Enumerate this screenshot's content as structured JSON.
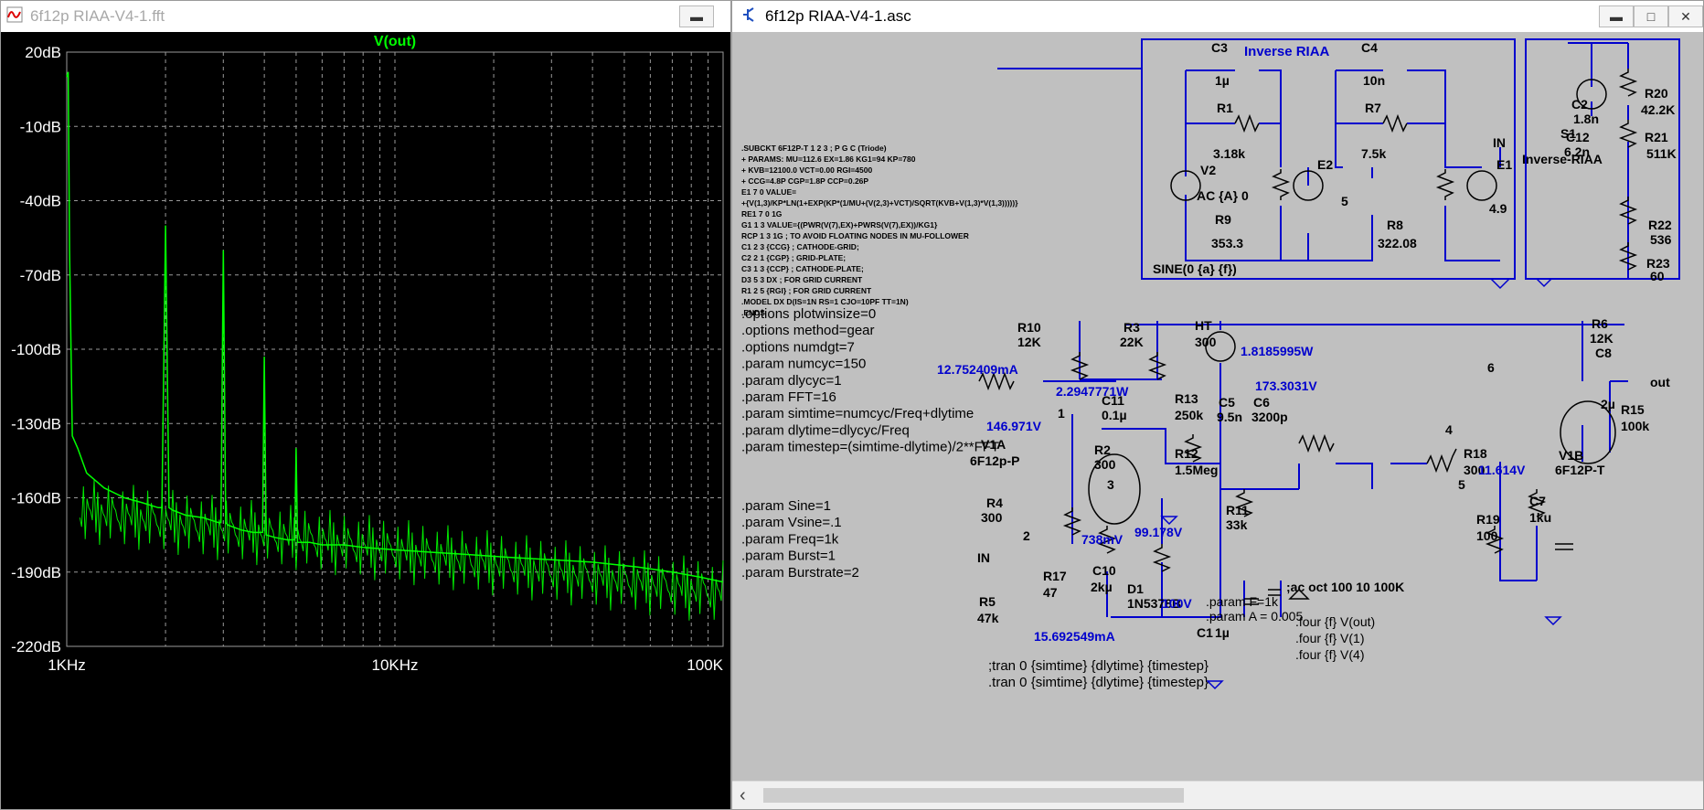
{
  "fft_window": {
    "title": "6f12p RIAA-V4-1.fft",
    "trace_label": "V(out)",
    "y_ticks": [
      "20dB",
      "-10dB",
      "-40dB",
      "-70dB",
      "-100dB",
      "-130dB",
      "-160dB",
      "-190dB",
      "-220dB"
    ],
    "x_ticks": [
      "1KHz",
      "10KHz",
      "100K"
    ],
    "colors": {
      "background": "#000000",
      "trace": "#00ff00",
      "grid": "#9a9a9a",
      "label": "#00ff00"
    }
  },
  "chart_data": {
    "type": "line",
    "title": "V(out)",
    "xlabel": "",
    "ylabel": "",
    "x_scale": "log",
    "xlim": [
      1000,
      100000
    ],
    "ylim": [
      -220,
      20
    ],
    "series": [
      {
        "name": "V(out)",
        "x": [
          1000,
          1010,
          1020,
          1040,
          1080,
          1150,
          1300,
          1500,
          1700,
          1900,
          1950,
          2000,
          2050,
          2100,
          2300,
          2600,
          2900,
          2950,
          3000,
          3050,
          3100,
          3400,
          3700,
          3950,
          4000,
          4050,
          4300,
          4700,
          4950,
          5000,
          5050,
          5500,
          6000,
          7000,
          8000,
          10000,
          13000,
          17000,
          22000,
          30000,
          40000,
          55000,
          70000,
          85000,
          100000
        ],
        "y": [
          10,
          12,
          -60,
          -135,
          -140,
          -150,
          -156,
          -160,
          -162,
          -164,
          -164,
          -50,
          -164,
          -165,
          -167,
          -168,
          -170,
          -170,
          -60,
          -170,
          -171,
          -173,
          -174,
          -174,
          -103,
          -175,
          -176,
          -177,
          -177,
          -140,
          -178,
          -178,
          -179,
          -179,
          -180,
          -181,
          -182,
          -183,
          -184,
          -185,
          -186,
          -188,
          -190,
          -192,
          -194
        ]
      }
    ]
  },
  "asc_window": {
    "title": "6f12p RIAA-V4-1.asc"
  },
  "schematic": {
    "colors": {
      "background": "#c0c0c0",
      "wire": "#0000cd",
      "text": "#000000",
      "annotation": "#0000cd"
    },
    "subckt_lines": [
      ".SUBCKT 6F12P-T 1 2 3 ; P G C (Triode)",
      "+ PARAMS: MU=112.6 EX=1.86 KG1=94 KP=780",
      "+ KVB=12100.0 VCT=0.00 RGI=4500",
      "+ CCG=4.8P CGP=1.8P CCP=0.26P",
      "E1 7 0 VALUE=",
      "+{V(1,3)/KP*LN(1+EXP(KP*(1/MU+(V(2,3)+VCT)/SQRT(KVB+V(1,3)*V(1,3)))))}",
      "RE1 7 0 1G",
      "G1 1 3 VALUE={(PWR(V(7),EX)+PWRS(V(7),EX))/KG1}",
      "RCP 1 3 1G ; TO AVOID FLOATING NODES IN MU-FOLLOWER",
      "C1 2 3 {CCG} ; CATHODE-GRID;",
      "C2 2 1 {CGP} ; GRID-PLATE;",
      "C3 1 3 {CCP} ; CATHODE-PLATE;",
      "D3 5 3 DX ; FOR GRID CURRENT",
      "R1 2 5 {RGI} ; FOR GRID CURRENT",
      ".MODEL DX D(IS=1N RS=1 CJO=10PF TT=1N)",
      ".ENDS"
    ],
    "options_lines": [
      ".options plotwinsize=0",
      ".options method=gear",
      ".options numdgt=7",
      ".param numcyc=150",
      ".param dlycyc=1",
      ".param FFT=16",
      ".param simtime=numcyc/Freq+dlytime",
      ".param dlytime=dlycyc/Freq",
      ".param timestep=(simtime-dlytime)/2**FFT"
    ],
    "param_lines": [
      ".param Sine=1",
      ".param Vsine=.1",
      ".param Freq=1k",
      ".param Burst=1",
      ".param Burstrate=2"
    ],
    "tran_lines": [
      ";tran 0 {simtime} {dlytime} {timestep}",
      ".tran 0 {simtime} {dlytime} {timestep}"
    ],
    "param_fa": [
      ".param F=1k",
      ".param A = 0.005"
    ],
    "ac_line": ";ac oct 100 10 100K",
    "four_lines": [
      ".four {f} V(out)",
      ".four {f} V(1)",
      ".four {f} V(4)"
    ],
    "labels": {
      "inverse_riaa_title": "Inverse RIAA",
      "inverse_riaa_label": "Inverse-RIAA",
      "c3": "C3",
      "c3v": "1µ",
      "c4": "C4",
      "c4v": "10n",
      "r1": "R1",
      "r1v": "3.18k",
      "r7": "R7",
      "r7v": "7.5k",
      "v2": "V2",
      "v2v": "AC {A} 0",
      "e2": "E2",
      "e2v": "5",
      "e1": "E1",
      "e1v": "4.9",
      "r9": "R9",
      "r9v": "353.3",
      "r8": "R8",
      "r8v": "322.08",
      "sine": "SINE(0 {a} {f})",
      "in_flag": "IN",
      "c2": "C2",
      "c2v": "1.8n",
      "r20": "R20",
      "r20v": "42.2K",
      "c12": "C12",
      "c12v": "6.2n",
      "r21": "R21",
      "r21v": "511K",
      "s1": "S1",
      "r22": "R22",
      "r22v": "536",
      "r23": "R23",
      "r23v": "60",
      "r10": "R10",
      "r10v": "12K",
      "r3": "R3",
      "r3v": "22K",
      "ht": "HT",
      "htv": "300",
      "r6": "R6",
      "r6v": "12K",
      "c8": "C8",
      "c8v": "2µ",
      "r15": "R15",
      "r15v": "100k",
      "out": "out",
      "c11": "C11",
      "c11v": "0.1µ",
      "r13": "R13",
      "r13v": "250k",
      "c5": "C5",
      "c5v": "9.5n",
      "c6": "C6",
      "c6v": "3200p",
      "r12": "R12",
      "r12v": "1.5Meg",
      "r11": "R11",
      "r11v": "33k",
      "r18": "R18",
      "r18v": "300",
      "r19": "R19",
      "r19v": "100",
      "c7": "C7",
      "c7v": "1ku",
      "v1a": "V1A",
      "v1av": "6F12p-P",
      "v1b": "V1B",
      "v1bv": "6F12P-T",
      "r2": "R2",
      "r2v": "300",
      "r4": "R4",
      "r4v": "300",
      "r17": "R17",
      "r17v": "47",
      "r5": "R5",
      "r5v": "47k",
      "c10": "C10",
      "c10v": "2kµ",
      "d1": "D1",
      "d1v": "1N5378B",
      "c1": "C1",
      "c1v": "1µ",
      "n1": "1",
      "n2": "2",
      "n3": "3",
      "n4": "4",
      "n5": "5",
      "n6": "6",
      "in2": "IN"
    },
    "annotations": {
      "i1": "12.752409mA",
      "p1": "2.2947771W",
      "p2": "1.8185995W",
      "v1": "146.971V",
      "v2": "173.3031V",
      "v3": "11.614V",
      "v4": "738mV",
      "v5": "99.178V",
      "i2": "15.692549mA",
      "v6": "100V"
    }
  }
}
